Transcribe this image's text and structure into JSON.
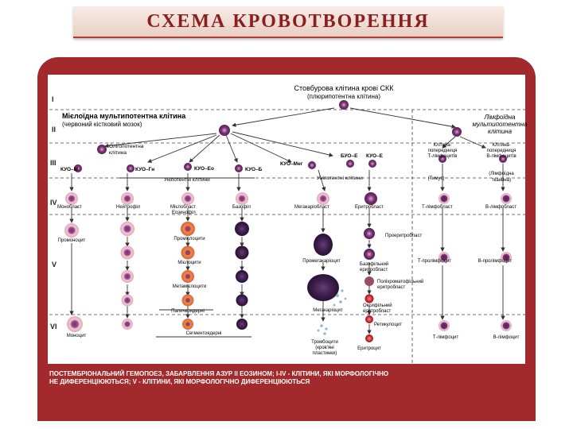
{
  "title": "СХЕМА КРОВОТВОРЕННЯ",
  "stages": [
    "I",
    "II",
    "III",
    "IV",
    "V",
    "VI"
  ],
  "stem": {
    "line1": "Стовбурова клітина крові СКК",
    "line2": "(плюрипотентна клітина)"
  },
  "myeloid": {
    "line1": "Мієлоїдна мультипотентна клітина",
    "line2": "(червоний кістковий мозок)"
  },
  "lymphoid": {
    "line1": "Лімфоїдна",
    "line2": "мультипотентна",
    "line3": "клітина"
  },
  "oligo": {
    "line1": "Олігопотентна",
    "line2": "клітина"
  },
  "cfu": {
    "m": "КУО–М",
    "gm": "КУО–Гн",
    "eo": "КУО–Eo",
    "b": "КУО–Б",
    "meg": "КУО–Мег",
    "be": "БУО–Е",
    "ke": "КУО–Е"
  },
  "unipotent_left": "Уніпотентні клітини",
  "unipotent_right": "Уніпотентні клітини",
  "t_prec": {
    "line1": "Клітина-",
    "line2": "попередниця",
    "line3": "Т-лімфоцитів"
  },
  "b_prec": {
    "line1": "Клітина-",
    "line2": "попередниця",
    "line3": "В-лімфоцитів"
  },
  "thymus": "(Тимус)",
  "lymph_tissue": {
    "line1": "(Лімфоїдна",
    "line2": "тканина)"
  },
  "blasts": {
    "monoblast": "Моноблаєт",
    "neutro": "Нейтрофіл",
    "myeloblast_eo": {
      "line1": "Мієлобласт",
      "line2": "Еозинофіл"
    },
    "baso": "Базофіл",
    "megakaryoblast": "Мегакаріобласт",
    "erythroblast": "Еритробласт",
    "t_lymphoblast": "Т-лімфобласт",
    "b_lymphoblast": "В-лімфобласт"
  },
  "promonocyte": "Промоноцит",
  "promyelocytes": "Промієлоцити",
  "myelocytes": "Мієлоцити",
  "metamyelocytes": "Метамієлоцити",
  "band": "Паличкоядерні",
  "segmented": "Сегментоядерні",
  "monocyte": "Моноцит",
  "pronormoblast": "Проеритробласт",
  "promegakaryocyte": "Промегакаріоцит",
  "basophilic_eb": {
    "line1": "Базофільний",
    "line2": "еритробласт"
  },
  "polychrom_eb": {
    "line1": "Поліхроматофільний",
    "line2": "еритробласт"
  },
  "oxyphil_eb": {
    "line1": "Оксифільний",
    "line2": "еритробласт"
  },
  "megakaryocyte": "Мегакаріоцит",
  "reticulocyte": "Ретикулоцит",
  "platelets": {
    "line1": "Тромбоцити",
    "line2": "(кров'яні",
    "line3": "пластинки)"
  },
  "erythrocyte": "Еритроцит",
  "t_prolymph": "Т-пролімфоцит",
  "b_prolymph": "В-пролімфоцит",
  "t_lymph": "Т-лімфоцит",
  "b_lymph": "В-лімфоцит",
  "footnote": {
    "line1": "ПОСТЕМБРІОНАЛЬНИЙ ГЕМОПОЕЗ, ЗАБАРВЛЕННЯ АЗУР II ЕОЗИНОМ; I-IV - КЛІТИНИ, ЯКІ МОРФОЛОГІЧНО",
    "line2": "НЕ ДИФЕРЕНЦІЮЮТЬСЯ; V - КЛІТИНИ, ЯКІ МОРФОЛОГІЧНО ДИФЕРЕНЦІЮЮТЬСЯ"
  },
  "colors": {
    "frame": "#a22a2d",
    "title": "#8a1f1f",
    "cell_violet": "#7a2f73",
    "cell_pink": "#e8b6c2",
    "eosin": "#d8663a",
    "baso_dark": "#3b1f4a",
    "erythro_red": "#c8212b"
  }
}
